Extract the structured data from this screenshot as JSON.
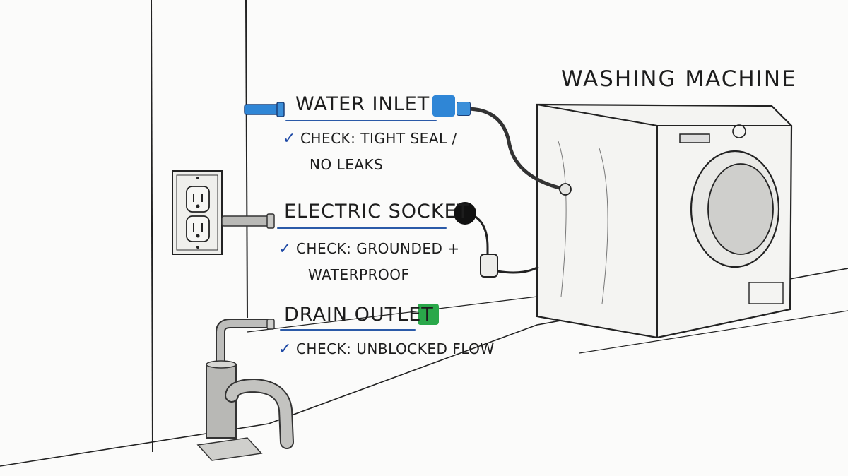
{
  "title": "WASHING MACHINE",
  "items": [
    {
      "label": "WATER INLET",
      "color": "#2f86d6",
      "check_lines": [
        "CHECK: TIGHT SEAL /",
        "NO LEAKS"
      ]
    },
    {
      "label": "ELECTRIC SOCKET",
      "color": "#111111",
      "check_lines": [
        "CHECK: GROUNDED +",
        "WATERPROOF"
      ]
    },
    {
      "label": "DRAIN OUTLET",
      "color": "#2aa84a",
      "check_lines": [
        "CHECK: UNBLOCKED FLOW"
      ]
    }
  ],
  "check_mark": "✓"
}
